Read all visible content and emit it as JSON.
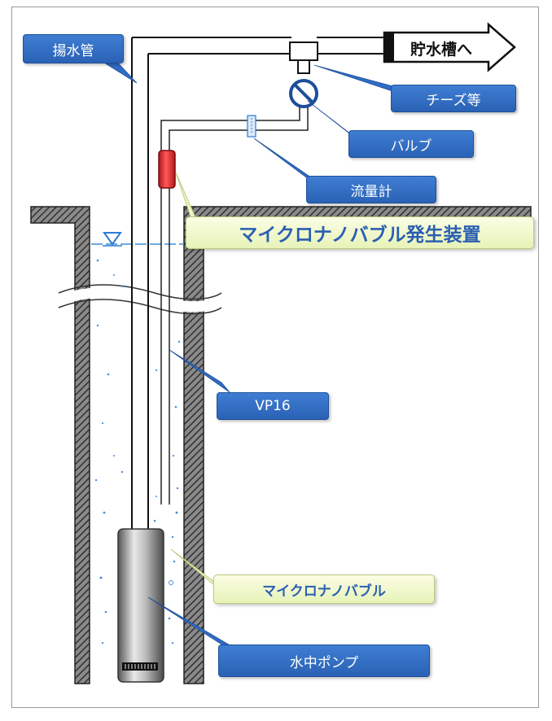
{
  "labels": {
    "pumping_pipe": "揚水管",
    "to_tank": "貯水槽へ",
    "tees": "チーズ等",
    "valve": "バルブ",
    "flowmeter": "流量計",
    "generator": "マイクロナノバブル発生装置",
    "vp16": "VP16",
    "bubbles": "マイクロナノバブル",
    "pump": "水中ポンプ"
  },
  "colors": {
    "callout_blue": "#2f6cc4",
    "callout_green_bg": "#eef7c8",
    "callout_green_text": "#2a5fb0",
    "water_line": "#3a8fd8",
    "bubble": "#4a8fe0",
    "wall_hatch": "#4a4a4a",
    "flowmeter_red": "#d9262b"
  }
}
